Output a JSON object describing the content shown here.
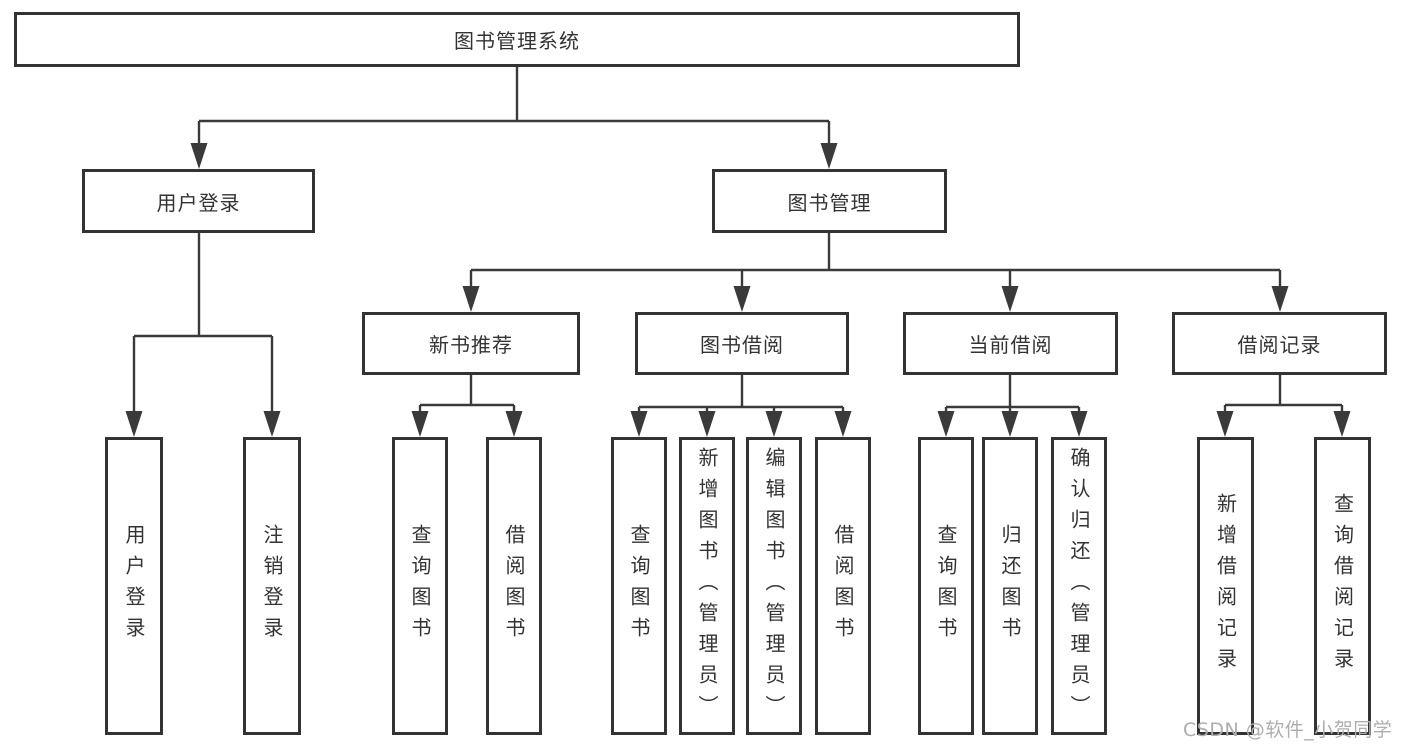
{
  "diagram": {
    "type": "tree",
    "root": {
      "label": "图书管理系统"
    },
    "children": [
      {
        "label": "用户登录",
        "children": [
          {
            "label": "用户登录"
          },
          {
            "label": "注销登录"
          }
        ]
      },
      {
        "label": "图书管理",
        "children": [
          {
            "label": "新书推荐",
            "children": [
              {
                "label": "查询图书"
              },
              {
                "label": "借阅图书"
              }
            ]
          },
          {
            "label": "图书借阅",
            "children": [
              {
                "label": "查询图书"
              },
              {
                "label": "新增图书（管理员）"
              },
              {
                "label": "编辑图书（管理员）"
              },
              {
                "label": "借阅图书"
              }
            ]
          },
          {
            "label": "当前借阅",
            "children": [
              {
                "label": "查询图书"
              },
              {
                "label": "归还图书"
              },
              {
                "label": "确认归还（管理员）"
              }
            ]
          },
          {
            "label": "借阅记录",
            "children": [
              {
                "label": "新增借阅记录"
              },
              {
                "label": "查询借阅记录"
              }
            ]
          }
        ]
      }
    ]
  },
  "watermark": "CSDN @软件_小贺同学",
  "colors": {
    "line": "#3a3a3a",
    "box_border": "#333333",
    "text": "#333333",
    "background": "#ffffff",
    "watermark": "#aeaeae"
  }
}
